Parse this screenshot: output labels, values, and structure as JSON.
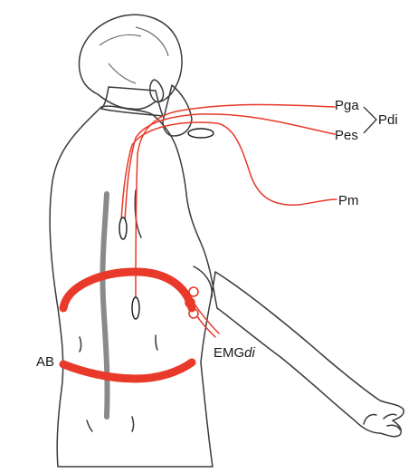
{
  "labels": {
    "pga": "Pga",
    "pes": "Pes",
    "pdi": "Pdi",
    "pm": "Pm",
    "emg_prefix": "EMG",
    "emg_suffix": "di",
    "ab": "AB"
  },
  "colors": {
    "red": "#e8392a",
    "hair": "#8a8a8a",
    "hair_dark": "#6e6e6e",
    "skin": "#eaeaea",
    "skin_shadow": "#d9d9d9",
    "outline": "#3a3a3a",
    "spine": "#8a8a8a",
    "text": "#1a1a1a"
  }
}
